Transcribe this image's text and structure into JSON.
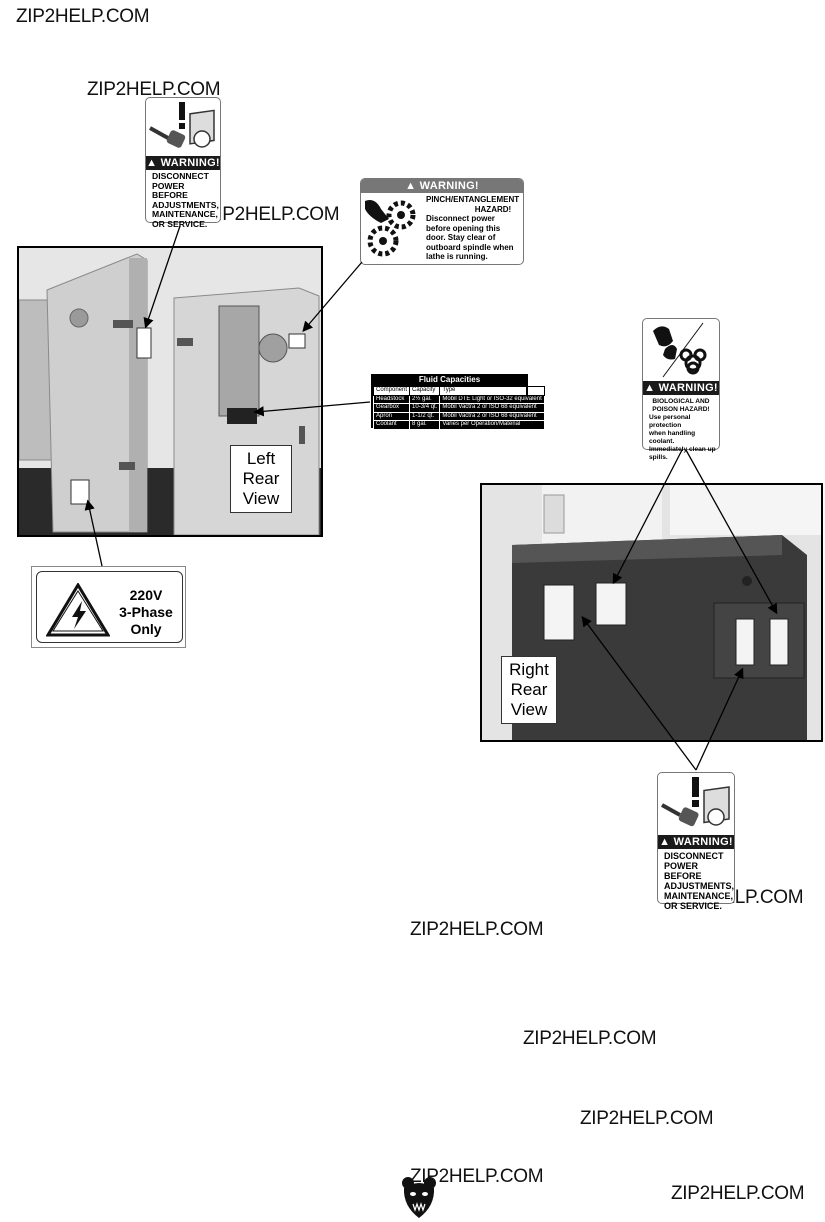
{
  "watermark": "ZIP2HELP.COM",
  "labels": {
    "disconnect_top": {
      "warning": "WARNING!",
      "lines": [
        "DISCONNECT",
        "POWER BEFORE",
        "ADJUSTMENTS,",
        "MAINTENANCE,",
        "OR SERVICE."
      ]
    },
    "pinch": {
      "warning": "WARNING!",
      "lines": [
        "PINCH/ENTANGLEMENT",
        "HAZARD!",
        "Disconnect power",
        "before opening this",
        "door. Stay clear of",
        "outboard spindle when",
        "lathe is running."
      ]
    },
    "fluid": {
      "title": "Fluid Capacities",
      "headers": [
        "Component",
        "Capacity",
        "Type"
      ],
      "rows": [
        [
          "Headstock",
          "2½ gal.",
          "Mobil DTE Light or ISO-32 equivalent"
        ],
        [
          "Gearbox",
          "10-3/4 qt.",
          "Mobil Vactra 2 or ISO 68 equivalent"
        ],
        [
          "Apron",
          "1-1/2 qt.",
          "Mobil Vactra 2 or ISO 68 equivalent"
        ],
        [
          "Coolant",
          "8 gal.",
          "Varies per Operation/Material"
        ]
      ]
    },
    "voltage": {
      "line1": "220V",
      "line2": "3-Phase",
      "line3": "Only"
    },
    "biohazard": {
      "warning": "WARNING!",
      "lines": [
        "BIOLOGICAL AND",
        "POISON HAZARD!",
        "Use personal protection",
        "when handling coolant.",
        "Immediately clean up",
        "spills."
      ]
    },
    "disconnect_bottom": {
      "warning": "WARNING!",
      "lines": [
        "DISCONNECT",
        "POWER BEFORE",
        "ADJUSTMENTS,",
        "MAINTENANCE,",
        "OR SERVICE."
      ]
    }
  },
  "views": {
    "left": [
      "Left",
      "Rear",
      "View"
    ],
    "right": [
      "Right",
      "Rear",
      "View"
    ]
  }
}
